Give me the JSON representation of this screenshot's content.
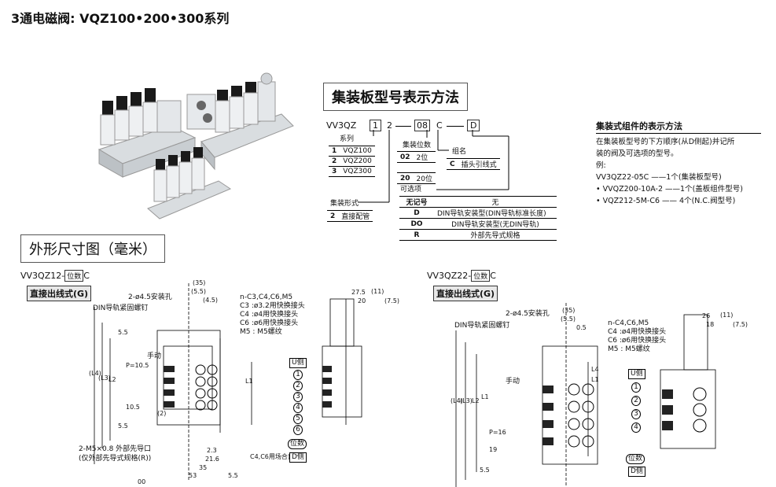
{
  "page_title": "3通电磁阀: VQZ100•200•300系列",
  "manifold_section": {
    "heading": "集装板型号表示方法",
    "code_prefix": "VV3QZ",
    "code_parts": [
      "1",
      "2",
      "08",
      "C",
      "D"
    ],
    "series_label": "系列",
    "series_rows": [
      {
        "code": "1",
        "value": "VQZ100"
      },
      {
        "code": "2",
        "value": "VQZ200"
      },
      {
        "code": "3",
        "value": "VQZ300"
      }
    ],
    "stations_label": "集装位数",
    "stations_rows": [
      {
        "code": "02",
        "value": "2位"
      },
      {
        "code": "20",
        "value": "20位"
      }
    ],
    "group_label": "组名",
    "group_rows": [
      {
        "code": "C",
        "value": "插头引线式"
      }
    ],
    "option_label": "可选项",
    "option_rows": [
      {
        "code": "无记号",
        "value": "无"
      },
      {
        "code": "D",
        "value": "DIN导轨安装型(DIN导轨标准长度)"
      },
      {
        "code": "DO",
        "value": "DIN导轨安装型(无DIN导轨)"
      },
      {
        "code": "R",
        "value": "外部先导式规格"
      }
    ],
    "type_label": "集装形式",
    "type_rows": [
      {
        "code": "2",
        "value": "直接配管"
      }
    ]
  },
  "assembly_section": {
    "heading": "集装式组件的表示方法",
    "lines": [
      "在集装板型号的下方顺序(从D侧起)并记所",
      "装的阀及可选项的型号。",
      "例:",
      "VV3QZ22-05C ——1个(集装板型号)",
      "• VVQZ200-10A-2 ——1个(盖板组件型号)",
      "• VQZ212-5M-C6 —— 4个(N.C.阀型号)"
    ]
  },
  "dimensions_heading": "外形尺寸图（毫米）",
  "left_drawing": {
    "model": "VV3QZ12-",
    "model_tag": "位数",
    "model_suffix": "C",
    "variant": "直接出线式(G)",
    "labels": [
      "2-ø4.5安装孔",
      "DIN导轨紧固螺钉",
      "手动",
      "2-M5×0.8 外部先导口",
      "(仅外部先导式规格(R))"
    ],
    "port_labels": [
      "n-C3,C4,C6,M5",
      "C3 :ø3.2用快换接头",
      "C4 :ø4用快换接头",
      "C6 :ø6用快换接头",
      "M5 : M5螺纹"
    ],
    "dims": [
      "(35)",
      "(5.5)",
      "(4.5)",
      "27.5",
      "(11)",
      "20",
      "(7.5)",
      "5.5",
      "P=10.5",
      "10.5",
      "5.5",
      "(L4)",
      "(L3)",
      "L2",
      "L1",
      "2.3",
      "21.6",
      "35",
      "53",
      "5.5",
      "00",
      "C4,C6用场合)",
      "(2)"
    ],
    "side_labels": [
      "U侧",
      "1",
      "2",
      "3",
      "4",
      "5",
      "6",
      "位数",
      "D侧"
    ]
  },
  "right_drawing": {
    "model": "VV3QZ22-",
    "model_tag": "位数",
    "model_suffix": "C",
    "variant": "直接出线式(G)",
    "labels": [
      "2-ø4.5安装孔",
      "DIN导轨紧固螺钉",
      "手动"
    ],
    "port_labels": [
      "n-C4,C6,M5",
      "C4 :ø4用快换接头",
      "C6 :ø6用快换接头",
      "M5 : M5螺纹"
    ],
    "dims": [
      "(35)",
      "(5.5)",
      "0.5",
      "26",
      "(11)",
      "18",
      "(7.5)",
      "(L4)",
      "(L3)",
      "L2",
      "L1",
      "P=16",
      "19",
      "5.5",
      "L4",
      "L1"
    ],
    "side_labels": [
      "U侧",
      "1",
      "2",
      "3",
      "4",
      "位数",
      "D侧"
    ]
  }
}
